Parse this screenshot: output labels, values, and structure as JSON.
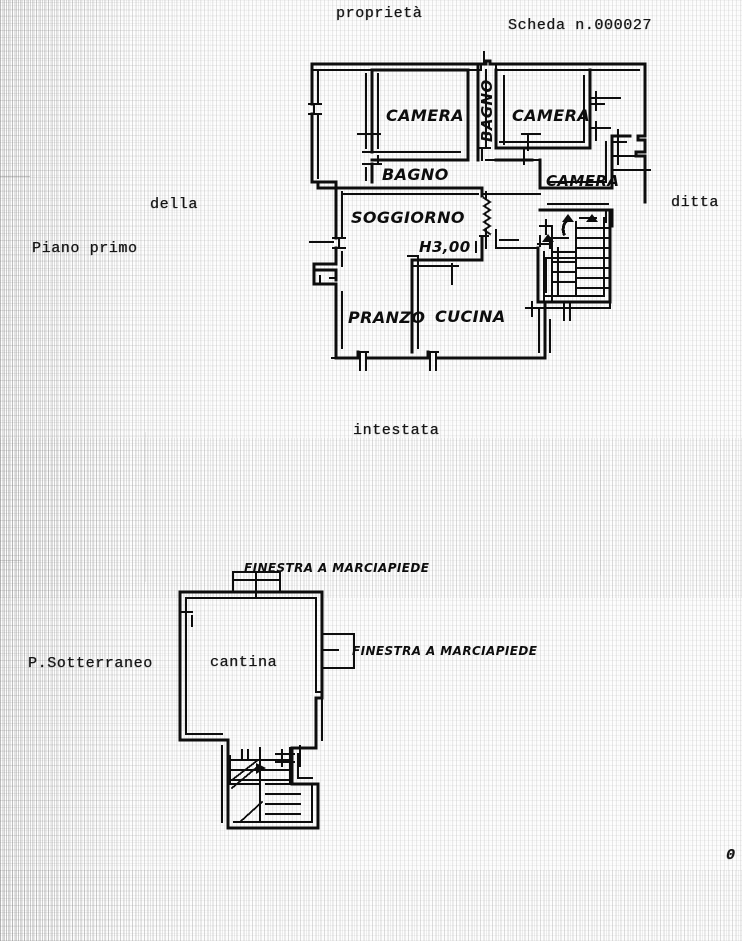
{
  "document": {
    "header_left": "proprietà",
    "header_right": "Scheda n.000027",
    "label_della": "della",
    "label_ditta": "ditta",
    "label_intestata": "intestata",
    "corner_mark": "0"
  },
  "floor_first": {
    "floor_label": "Piano primo",
    "rooms": [
      {
        "name": "camera-left",
        "label": "CAMERA"
      },
      {
        "name": "bagno-center",
        "label": "BAGNO"
      },
      {
        "name": "camera-right",
        "label": "CAMERA"
      },
      {
        "name": "bagno-lower",
        "label": "BAGNO"
      },
      {
        "name": "camera-east",
        "label": "CAMERA"
      },
      {
        "name": "soggiorno",
        "label": "SOGGIORNO"
      },
      {
        "name": "pranzo",
        "label": "PRANZO"
      },
      {
        "name": "cucina",
        "label": "CUCINA"
      }
    ],
    "height_annotation": "H3,00"
  },
  "floor_basement": {
    "floor_label": "P.Sotterraneo",
    "room_label": "cantina",
    "window_note_top": "FINESTRA A MARCIAPIEDE",
    "window_note_right": "FINESTRA A MARCIAPIEDE"
  },
  "colors": {
    "ink": "#0d0d0d",
    "paper": "#fdfdfd",
    "noise": "#787878"
  }
}
